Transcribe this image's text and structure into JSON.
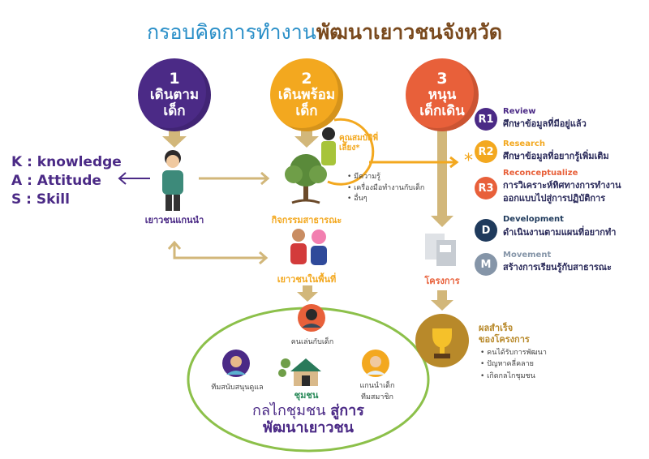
{
  "title": {
    "part1": "กรอบคิดการทำงาน",
    "part2": "พัฒนาเยาวชนจังหวัด"
  },
  "colors": {
    "purple": "#4b2a86",
    "orange": "#f3a81f",
    "red": "#e8603a",
    "tan": "#d2b77a",
    "green": "#8cc04a",
    "blue": "#2a8fc8",
    "brown": "#7a4a1e"
  },
  "steps": [
    {
      "num": "1",
      "line1": "เดินตาม",
      "line2": "เด็ก"
    },
    {
      "num": "2",
      "line1": "เดินพร้อม",
      "line2": "เด็ก"
    },
    {
      "num": "3",
      "line1": "หนุน",
      "line2": "เด็กเดิน"
    }
  ],
  "kas": [
    "K : knowledge",
    "A : Attitude",
    "S : Skill"
  ],
  "labels": {
    "leader_youth": "เยาวชนแกนนำ",
    "public_activity": "กิจกรรมสาธารณะ",
    "local_youth": "เยาวชนในพื้นที่",
    "project": "โครงการ",
    "mentor_title": "คุณสมบัติพี่เลี้ยง*",
    "asterisk": "*"
  },
  "mentor_bullets": [
    "มีความรู้",
    "เครื่องมือทำงานกับเด็ก",
    "อื่นๆ"
  ],
  "process": [
    {
      "badge": "R1",
      "title": "Review",
      "desc": "ศึกษาข้อมูลที่มีอยู่แล้ว",
      "color": "#4b2a86"
    },
    {
      "badge": "R2",
      "title": "Research",
      "desc": "ศึกษาข้อมูลที่อยากรู้เพิ่มเติม",
      "color": "#f3a81f"
    },
    {
      "badge": "R3",
      "title": "Reconceptualize",
      "desc": "การวิเคราะห์ทิศทางการทำงาน",
      "desc2": "ออกแบบไปสู่การปฏิบัติการ",
      "color": "#e8603a"
    },
    {
      "badge": "D",
      "title": "Development",
      "desc": "ดำเนินงานตามแผนที่อยากทำ",
      "color": "#1f3a5c"
    },
    {
      "badge": "M",
      "title": "Movement",
      "desc": "สร้างการเรียนรู้กับสาธารณะ",
      "color": "#8595a8"
    }
  ],
  "success": {
    "title1": "ผลสำเร็จ",
    "title2": "ของโครงการ",
    "items": [
      "คนได้รับการพัฒนา",
      "ปัญหาคลี่คลาย",
      "เกิดกลไกชุมชน"
    ]
  },
  "community": {
    "player": "คนเล่นกับเด็ก",
    "support": "ทีมสนับสนุนดูแล",
    "center": "ชุมชน",
    "leader1": "แกนนำเด็ก",
    "leader2": "ทีมสมาชิก",
    "caption1": "กลไกชุมชน ",
    "caption2": "สู่การ",
    "caption3": "พัฒนาเยาวชน"
  }
}
